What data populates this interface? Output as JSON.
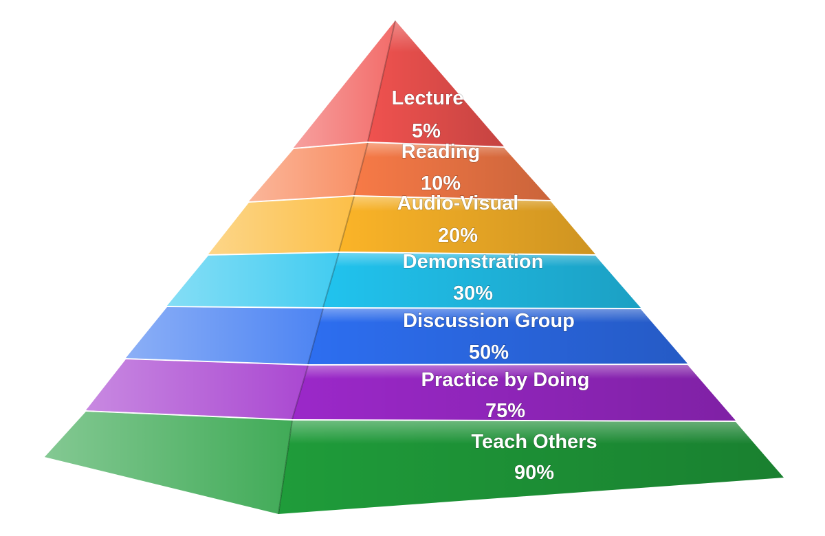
{
  "pyramid": {
    "tiers": [
      {
        "name": "Lecture",
        "value": "5%",
        "color": "#f0524f"
      },
      {
        "name": "Reading",
        "value": "10%",
        "color": "#f77a47"
      },
      {
        "name": "Audio-Visual",
        "value": "20%",
        "color": "#fbb428"
      },
      {
        "name": "Demonstration",
        "value": "30%",
        "color": "#21c3ee"
      },
      {
        "name": "Discussion Group",
        "value": "50%",
        "color": "#2d6ef0"
      },
      {
        "name": "Practice by Doing",
        "value": "75%",
        "color": "#9b28c9"
      },
      {
        "name": "Teach Others",
        "value": "90%",
        "color": "#1f9c3a"
      }
    ]
  }
}
